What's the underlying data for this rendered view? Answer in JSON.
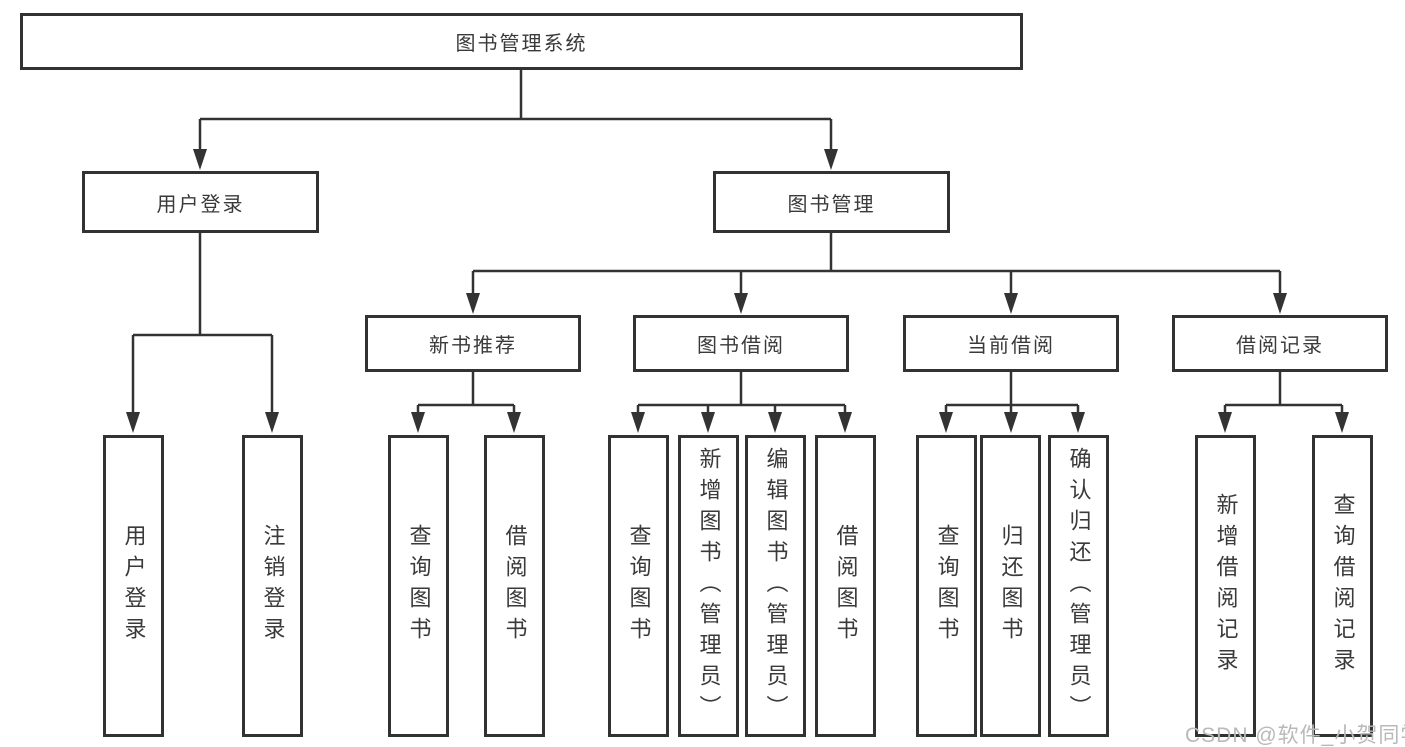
{
  "diagram": {
    "type": "hierarchy-tree",
    "root": {
      "label": "图书管理系统"
    },
    "level2": {
      "user_login": {
        "label": "用户登录"
      },
      "book_mgmt": {
        "label": "图书管理"
      }
    },
    "level3": {
      "new_books": {
        "label": "新书推荐"
      },
      "book_borrow": {
        "label": "图书借阅"
      },
      "current_borrow": {
        "label": "当前借阅"
      },
      "borrow_records": {
        "label": "借阅记录"
      }
    },
    "leaves": {
      "user_login_children": [
        "用户登录",
        "注销登录"
      ],
      "new_books_children": [
        "查询图书",
        "借阅图书"
      ],
      "book_borrow_children": [
        "查询图书",
        "新增图书（管理员）",
        "编辑图书（管理员）",
        "借阅图书"
      ],
      "current_borrow_children": [
        "查询图书",
        "归还图书",
        "确认归还（管理员）"
      ],
      "borrow_records_children": [
        "新增借阅记录",
        "查询借阅记录"
      ]
    }
  },
  "watermark": {
    "text": "CSDN @软件_小贺同学"
  },
  "colors": {
    "line": "#333333",
    "box_border": "#323232",
    "box_background": "#ffffff",
    "text": "#3a3a3a",
    "watermark": "#b9b9b9",
    "page_background": "#ffffff"
  }
}
